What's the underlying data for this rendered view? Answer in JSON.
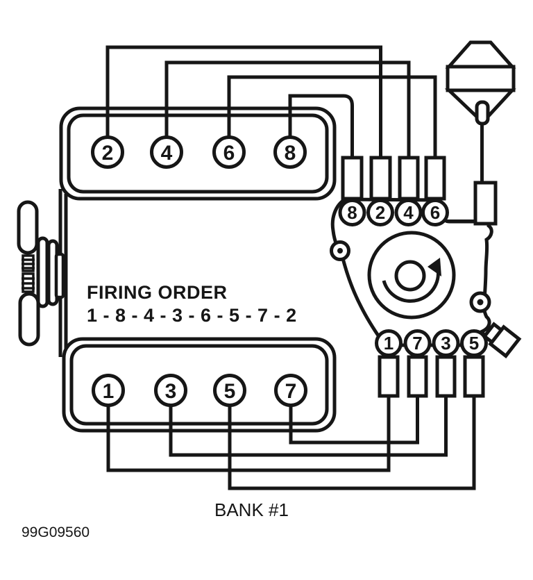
{
  "figure": {
    "title": "FIRING ORDER",
    "sequence": "1 - 8 - 4 - 3 - 6 - 5 - 7 - 2",
    "bank_label": "BANK #1",
    "figure_code": "99G09560"
  },
  "engine": {
    "top_bank_cylinders": [
      "2",
      "4",
      "6",
      "8"
    ],
    "bottom_bank_cylinders": [
      "1",
      "3",
      "5",
      "7"
    ]
  },
  "distributor": {
    "top_terminals": [
      "8",
      "2",
      "4",
      "6"
    ],
    "bottom_terminals": [
      "1",
      "7",
      "3",
      "5"
    ],
    "rotation": "clockwise"
  },
  "colors": {
    "ink": "#161616",
    "paper": "#ffffff"
  }
}
